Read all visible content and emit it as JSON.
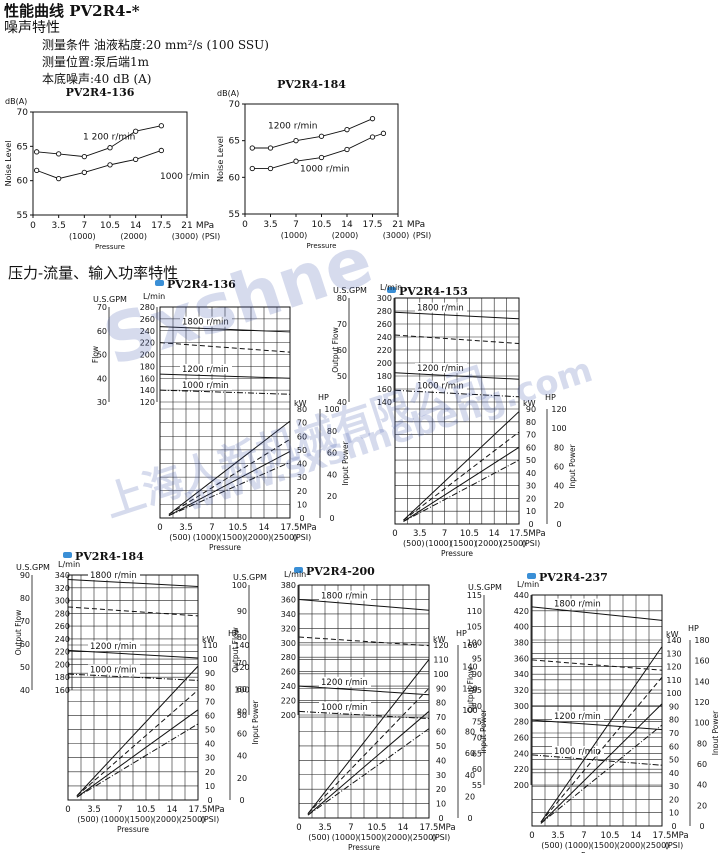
{
  "header": {
    "title": "性能曲线 PV2R4-*",
    "noise_section": "噪声特性",
    "conditions": [
      "测量条件 油液粘度:20 mm²/s (100 SSU)",
      "测量位置:泵后端1m",
      "本底噪声:40 dB (A)"
    ],
    "pq_section": "压力-流量、输入功率特性"
  },
  "watermark": {
    "line1": "Sxshne",
    "line2": "上海人新机械有限公司",
    "line3": "www.sxshnebeng.com"
  },
  "colors": {
    "watermark": "#4a5fb0",
    "bullet": "#3a8fd6"
  },
  "chart_data": [
    {
      "type": "line",
      "title": "PV2R4-136",
      "ylabel": "Noise Level",
      "yunit": "dB(A)",
      "xlabel": "Pressure",
      "xticks": [
        "0",
        "3.5",
        "7",
        "10.5",
        "14",
        "17.5",
        "21"
      ],
      "xunit": "MPa",
      "xticks_psi": [
        "(1000)",
        "(2000)",
        "(3000)"
      ],
      "xunit_psi": "(PSI)",
      "ylim": [
        55,
        70
      ],
      "yticks": [
        "55",
        "60",
        "65",
        "70"
      ],
      "xlim": [
        0,
        21
      ],
      "series": [
        {
          "name": "1 200 r/min",
          "x": [
            0.5,
            3.5,
            7,
            10.5,
            14,
            17.5
          ],
          "values": [
            64.2,
            63.9,
            63.5,
            64.8,
            67.2,
            68
          ]
        },
        {
          "name": "1000 r/min",
          "x": [
            0.5,
            3.5,
            7,
            10.5,
            14,
            17.5
          ],
          "values": [
            61.5,
            60.3,
            61.2,
            62.3,
            63.1,
            64.4
          ]
        }
      ]
    },
    {
      "type": "line",
      "title": "PV2R4-184",
      "ylabel": "Noise Level",
      "yunit": "dB(A)",
      "xlabel": "Pressure",
      "xticks": [
        "0",
        "3.5",
        "7",
        "10.5",
        "14",
        "17.5",
        "21"
      ],
      "xunit": "MPa",
      "xticks_psi": [
        "(1000)",
        "(2000)",
        "(3000)"
      ],
      "xunit_psi": "(PSI)",
      "ylim": [
        55,
        70
      ],
      "yticks": [
        "55",
        "60",
        "65",
        "70"
      ],
      "xlim": [
        0,
        21
      ],
      "series": [
        {
          "name": "1200 r/min",
          "x": [
            1,
            3.5,
            7,
            10.5,
            14,
            17.5
          ],
          "values": [
            64,
            64,
            65,
            65.6,
            66.5,
            68
          ]
        },
        {
          "name": "1000 r/min",
          "x": [
            1,
            3.5,
            7,
            10.5,
            14,
            17.5,
            19
          ],
          "values": [
            61.2,
            61.2,
            62.2,
            62.7,
            63.8,
            65.5,
            66
          ]
        }
      ]
    },
    {
      "type": "line",
      "title": "PV2R4-136",
      "flow_label": "Flow",
      "power_label": "Input Power",
      "xlabel": "Pressure",
      "gpm_unit": "U.S.GPM",
      "lmin_unit": "L/min",
      "kw_unit": "kW",
      "hp_unit": "HP",
      "gpm_ticks": [
        "30",
        "40",
        "50",
        "60",
        "70"
      ],
      "lmin_ticks": [
        "120",
        "140",
        "160",
        "180",
        "200",
        "220",
        "240",
        "260",
        "280"
      ],
      "kw_ticks": [
        "0",
        "10",
        "20",
        "30",
        "40",
        "50",
        "60",
        "70",
        "80"
      ],
      "hp_ticks": [
        "0",
        "20",
        "40",
        "60",
        "80",
        "100"
      ],
      "xticks": [
        "0",
        "3.5",
        "7",
        "10.5",
        "14",
        "17.5"
      ],
      "xunit": "MPa",
      "xticks_psi": [
        "(500)",
        "(1000)",
        "(1500)",
        "(2000)",
        "(2500)"
      ],
      "xunit_psi": "(PSI)",
      "flow_lim": [
        120,
        280
      ],
      "power_lim": [
        0,
        90
      ],
      "xlim": [
        0,
        17.5
      ],
      "flow_series": [
        {
          "name": "1800 r/min",
          "values": [
            247,
            238
          ]
        },
        {
          "name": "",
          "values": [
            220,
            204
          ],
          "dash": "5,3"
        },
        {
          "name": "1200 r/min",
          "values": [
            167,
            160
          ]
        },
        {
          "name": "1000 r/min",
          "values": [
            140,
            133
          ],
          "dash": "6,2,1,2"
        }
      ],
      "power_series": [
        {
          "values": [
            3,
            80
          ]
        },
        {
          "values": [
            3,
            65
          ],
          "dash": "5,3"
        },
        {
          "values": [
            2,
            55
          ]
        },
        {
          "values": [
            2,
            46
          ],
          "dash": "6,2,1,2"
        }
      ]
    },
    {
      "type": "line",
      "title": "PV2R4-153",
      "flow_label": "Output Flow",
      "power_label": "Input Power",
      "xlabel": "Pressure",
      "gpm_unit": "U.S.GPM",
      "lmin_unit": "L/min",
      "kw_unit": "kW",
      "hp_unit": "HP",
      "gpm_ticks": [
        "40",
        "50",
        "60",
        "70",
        "80"
      ],
      "lmin_ticks": [
        "140",
        "160",
        "180",
        "200",
        "220",
        "240",
        "260",
        "280",
        "300"
      ],
      "kw_ticks": [
        "0",
        "10",
        "20",
        "30",
        "40",
        "50",
        "60",
        "70",
        "80",
        "90"
      ],
      "hp_ticks": [
        "0",
        "20",
        "40",
        "60",
        "80",
        "100",
        "120"
      ],
      "xticks": [
        "0",
        "3.5",
        "7",
        "10.5",
        "14",
        "17.5"
      ],
      "xunit": "MPa",
      "xticks_psi": [
        "(500)",
        "(1000)",
        "(1500)",
        "(2000)",
        "(2500)"
      ],
      "xunit_psi": "(PSI)",
      "flow_lim": [
        140,
        300
      ],
      "power_lim": [
        0,
        90
      ],
      "xlim": [
        0,
        17.5
      ],
      "flow_series": [
        {
          "name": "1800 r/min",
          "values": [
            278,
            268
          ]
        },
        {
          "name": "",
          "values": [
            243,
            230
          ],
          "dash": "5,3"
        },
        {
          "name": "1200 r/min",
          "values": [
            185,
            175
          ]
        },
        {
          "name": "1000 r/min",
          "values": [
            158,
            148
          ],
          "dash": "6,2,1,2"
        }
      ],
      "power_series": [
        {
          "values": [
            3,
            88
          ]
        },
        {
          "values": [
            3,
            72
          ],
          "dash": "5,3"
        },
        {
          "values": [
            2,
            60
          ]
        },
        {
          "values": [
            2,
            50
          ],
          "dash": "6,2,1,2"
        }
      ]
    },
    {
      "type": "line",
      "title": "PV2R4-184",
      "flow_label": "Output Flow",
      "power_label": "Input Power",
      "xlabel": "Pressure",
      "gpm_unit": "U.S.GPM",
      "lmin_unit": "L/min",
      "kw_unit": "kW",
      "hp_unit": "HP",
      "gpm_ticks": [
        "40",
        "50",
        "60",
        "70",
        "80",
        "90"
      ],
      "lmin_ticks": [
        "160",
        "180",
        "200",
        "220",
        "240",
        "260",
        "280",
        "300",
        "320",
        "340"
      ],
      "kw_ticks": [
        "0",
        "10",
        "20",
        "30",
        "40",
        "50",
        "60",
        "70",
        "80",
        "90",
        "100",
        "110"
      ],
      "hp_ticks": [
        "0",
        "20",
        "40",
        "60",
        "80",
        "100",
        "120",
        "140"
      ],
      "xticks": [
        "0",
        "3.5",
        "7",
        "10.5",
        "14",
        "17.5"
      ],
      "xunit": "MPa",
      "xticks_psi": [
        "(500)",
        "(1000)",
        "(1500)",
        "(2000)",
        "(2500)"
      ],
      "xunit_psi": "(PSI)",
      "flow_lim": [
        160,
        340
      ],
      "power_lim": [
        0,
        110
      ],
      "xlim": [
        0,
        17.5
      ],
      "flow_series": [
        {
          "name": "1800 r/min",
          "values": [
            333,
            322
          ]
        },
        {
          "name": "",
          "values": [
            290,
            276
          ],
          "dash": "5,3"
        },
        {
          "name": "1200 r/min",
          "values": [
            222,
            210
          ]
        },
        {
          "name": "1000 r/min",
          "values": [
            185,
            175
          ],
          "dash": "6,2,1,2"
        }
      ],
      "power_series": [
        {
          "values": [
            3,
            95
          ]
        },
        {
          "values": [
            3,
            78
          ],
          "dash": "5,3"
        },
        {
          "values": [
            2,
            64
          ]
        },
        {
          "values": [
            2,
            54
          ],
          "dash": "6,2,1,2"
        }
      ]
    },
    {
      "type": "line",
      "title": "PV2R4-200",
      "flow_label": "Output Flow",
      "power_label": "Input Power",
      "xlabel": "Pressure",
      "gpm_unit": "U.S.GPM",
      "lmin_unit": "L/min",
      "kw_unit": "kW",
      "hp_unit": "HP",
      "gpm_ticks": [
        "50",
        "60",
        "70",
        "80",
        "90",
        "100"
      ],
      "lmin_ticks": [
        "200",
        "220",
        "240",
        "260",
        "280",
        "300",
        "320",
        "340",
        "360",
        "380"
      ],
      "kw_ticks": [
        "0",
        "10",
        "20",
        "30",
        "40",
        "50",
        "60",
        "70",
        "80",
        "90",
        "100",
        "110",
        "120"
      ],
      "hp_ticks": [
        "0",
        "20",
        "40",
        "60",
        "80",
        "100",
        "120",
        "140",
        "160"
      ],
      "xticks": [
        "0",
        "3.5",
        "7",
        "10.5",
        "14",
        "17.5"
      ],
      "xunit": "MPa",
      "xticks_psi": [
        "(500)",
        "(1000)",
        "(1500)",
        "(2000)",
        "(2500)"
      ],
      "xunit_psi": "(PSI)",
      "flow_lim": [
        200,
        380
      ],
      "power_lim": [
        0,
        120
      ],
      "xlim": [
        0,
        17.5
      ],
      "flow_series": [
        {
          "name": "1800 r/min",
          "values": [
            360,
            345
          ]
        },
        {
          "name": "",
          "values": [
            308,
            296
          ],
          "dash": "5,3"
        },
        {
          "name": "1200 r/min",
          "values": [
            240,
            228
          ]
        },
        {
          "name": "1000 r/min",
          "values": [
            205,
            195
          ],
          "dash": "6,2,1,2"
        }
      ],
      "power_series": [
        {
          "values": [
            3,
            110
          ]
        },
        {
          "values": [
            3,
            90
          ],
          "dash": "5,3"
        },
        {
          "values": [
            2,
            74
          ]
        },
        {
          "values": [
            2,
            62
          ],
          "dash": "6,2,1,2"
        }
      ]
    },
    {
      "type": "line",
      "title": "PV2R4-237",
      "flow_label": "Output Flow",
      "power_label": "Input Power",
      "xlabel": "Pressure",
      "gpm_unit": "U.S.GPM",
      "lmin_unit": "L/min",
      "kw_unit": "kW",
      "hp_unit": "HP",
      "gpm_ticks": [
        "55",
        "60",
        "65",
        "70",
        "75",
        "80",
        "85",
        "90",
        "95",
        "100",
        "105",
        "110",
        "115"
      ],
      "lmin_ticks": [
        "200",
        "220",
        "240",
        "260",
        "280",
        "300",
        "320",
        "340",
        "360",
        "380",
        "400",
        "420",
        "440"
      ],
      "kw_ticks": [
        "0",
        "10",
        "20",
        "30",
        "40",
        "50",
        "60",
        "70",
        "80",
        "90",
        "100",
        "110",
        "120",
        "130",
        "140"
      ],
      "hp_ticks": [
        "0",
        "20",
        "40",
        "60",
        "80",
        "100",
        "120",
        "140",
        "160",
        "180"
      ],
      "xticks": [
        "0",
        "3.5",
        "7",
        "10.5",
        "14",
        "17.5"
      ],
      "xunit": "MPa",
      "xticks_psi": [
        "(500)",
        "(1000)",
        "(1500)",
        "(2000)",
        "(2500)"
      ],
      "xunit_psi": "(PSI)",
      "flow_lim": [
        200,
        440
      ],
      "power_lim": [
        0,
        140
      ],
      "xlim": [
        0,
        17.5
      ],
      "flow_series": [
        {
          "name": "1800 r/min",
          "values": [
            425,
            408
          ]
        },
        {
          "name": "",
          "values": [
            358,
            345
          ],
          "dash": "5,3"
        },
        {
          "name": "1200 r/min",
          "values": [
            282,
            270
          ]
        },
        {
          "name": "1000 r/min",
          "values": [
            238,
            225
          ],
          "dash": "6,2,1,2"
        }
      ],
      "power_series": [
        {
          "values": [
            3,
            135
          ]
        },
        {
          "values": [
            3,
            112
          ],
          "dash": "5,3"
        },
        {
          "values": [
            2,
            92
          ]
        },
        {
          "values": [
            2,
            76
          ],
          "dash": "6,2,1,2"
        }
      ]
    }
  ]
}
